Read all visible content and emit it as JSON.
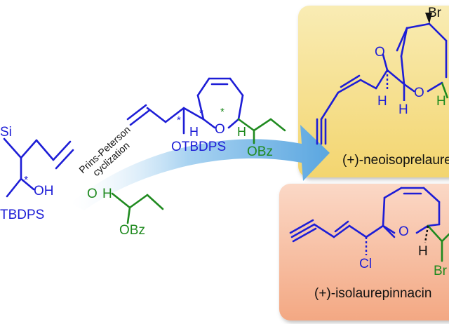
{
  "reaction": {
    "label_line1": "Prins-Peterson",
    "label_line2": "cyclization"
  },
  "start_material": {
    "si": "Si",
    "oh": "OH",
    "otbdps": "TBDPS",
    "stereo_mark": "*"
  },
  "aldehyde": {
    "o_carbonyl": "O",
    "h": "H",
    "obz": "OBz"
  },
  "intermediate": {
    "otbdps": "OTBDPS",
    "h": "H",
    "o_ring": "O",
    "obz": "OBz",
    "stereo_mark": "*"
  },
  "product1": {
    "name": "(+)-neoisoprelaure",
    "br": "Br",
    "o1": "O",
    "o2": "O",
    "h1": "H",
    "h2": "H",
    "h3": "H"
  },
  "product2": {
    "name": "(+)-isolaurepinnacin",
    "o_ring": "O",
    "cl": "Cl",
    "h": "H",
    "br_partial": "Br"
  },
  "colors": {
    "blue": "#1d1dd6",
    "green": "#1f8a1f",
    "black": "#111111",
    "arrow": "#6fb3e6",
    "box1_fill": "#f7e08e",
    "box2_fill": "#f6bea3"
  }
}
